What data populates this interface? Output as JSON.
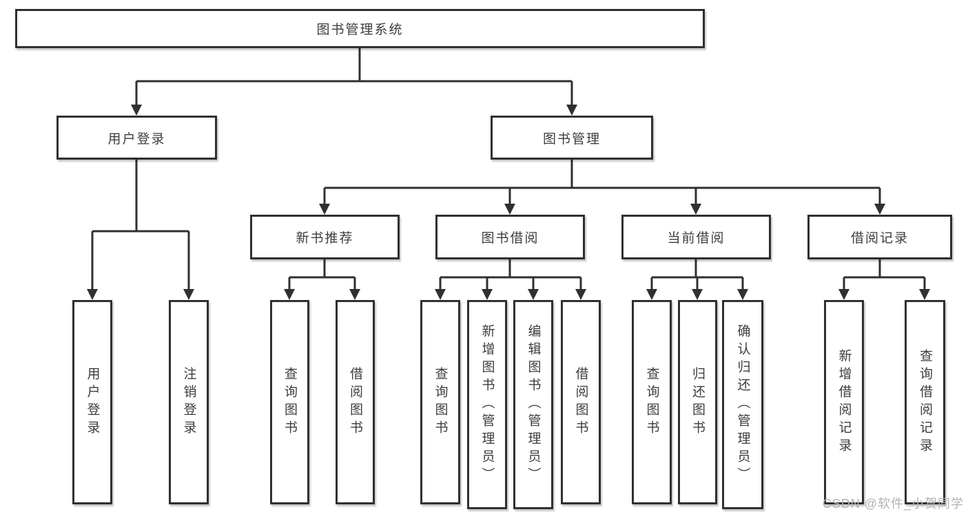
{
  "nodes": {
    "root": "图书管理系统",
    "user_login": "用户登录",
    "book_management": "图书管理",
    "new_books": "新书推荐",
    "book_borrowing": "图书借阅",
    "current_borrowing": "当前借阅",
    "borrowing_records": "借阅记录",
    "ul_login": "用户登录",
    "ul_logout": "注销登录",
    "nb_query_books": "查询图书",
    "nb_borrow_books": "借阅图书",
    "bb_query_books": "查询图书",
    "bb_add_books": "新增图书（管理员）",
    "bb_edit_books": "编辑图书（管理员）",
    "bb_borrow_books": "借阅图书",
    "cb_query_books": "查询图书",
    "cb_return_books": "归还图书",
    "cb_confirm_return": "确认归还（管理员）",
    "br_add_record": "新增借阅记录",
    "br_query_record": "查询借阅记录"
  },
  "hierarchy": {
    "图书管理系统": {
      "用户登录": [
        "用户登录",
        "注销登录"
      ],
      "图书管理": {
        "新书推荐": [
          "查询图书",
          "借阅图书"
        ],
        "图书借阅": [
          "查询图书",
          "新增图书（管理员）",
          "编辑图书（管理员）",
          "借阅图书"
        ],
        "当前借阅": [
          "查询图书",
          "归还图书",
          "确认归还（管理员）"
        ],
        "借阅记录": [
          "新增借阅记录",
          "查询借阅记录"
        ]
      }
    }
  },
  "watermark": {
    "text": "CSDN @软件_小贺同学",
    "color": "#b2b2b2"
  },
  "colors": {
    "line": "#303030",
    "text": "#3d3d3d",
    "background": "#ffffff"
  }
}
